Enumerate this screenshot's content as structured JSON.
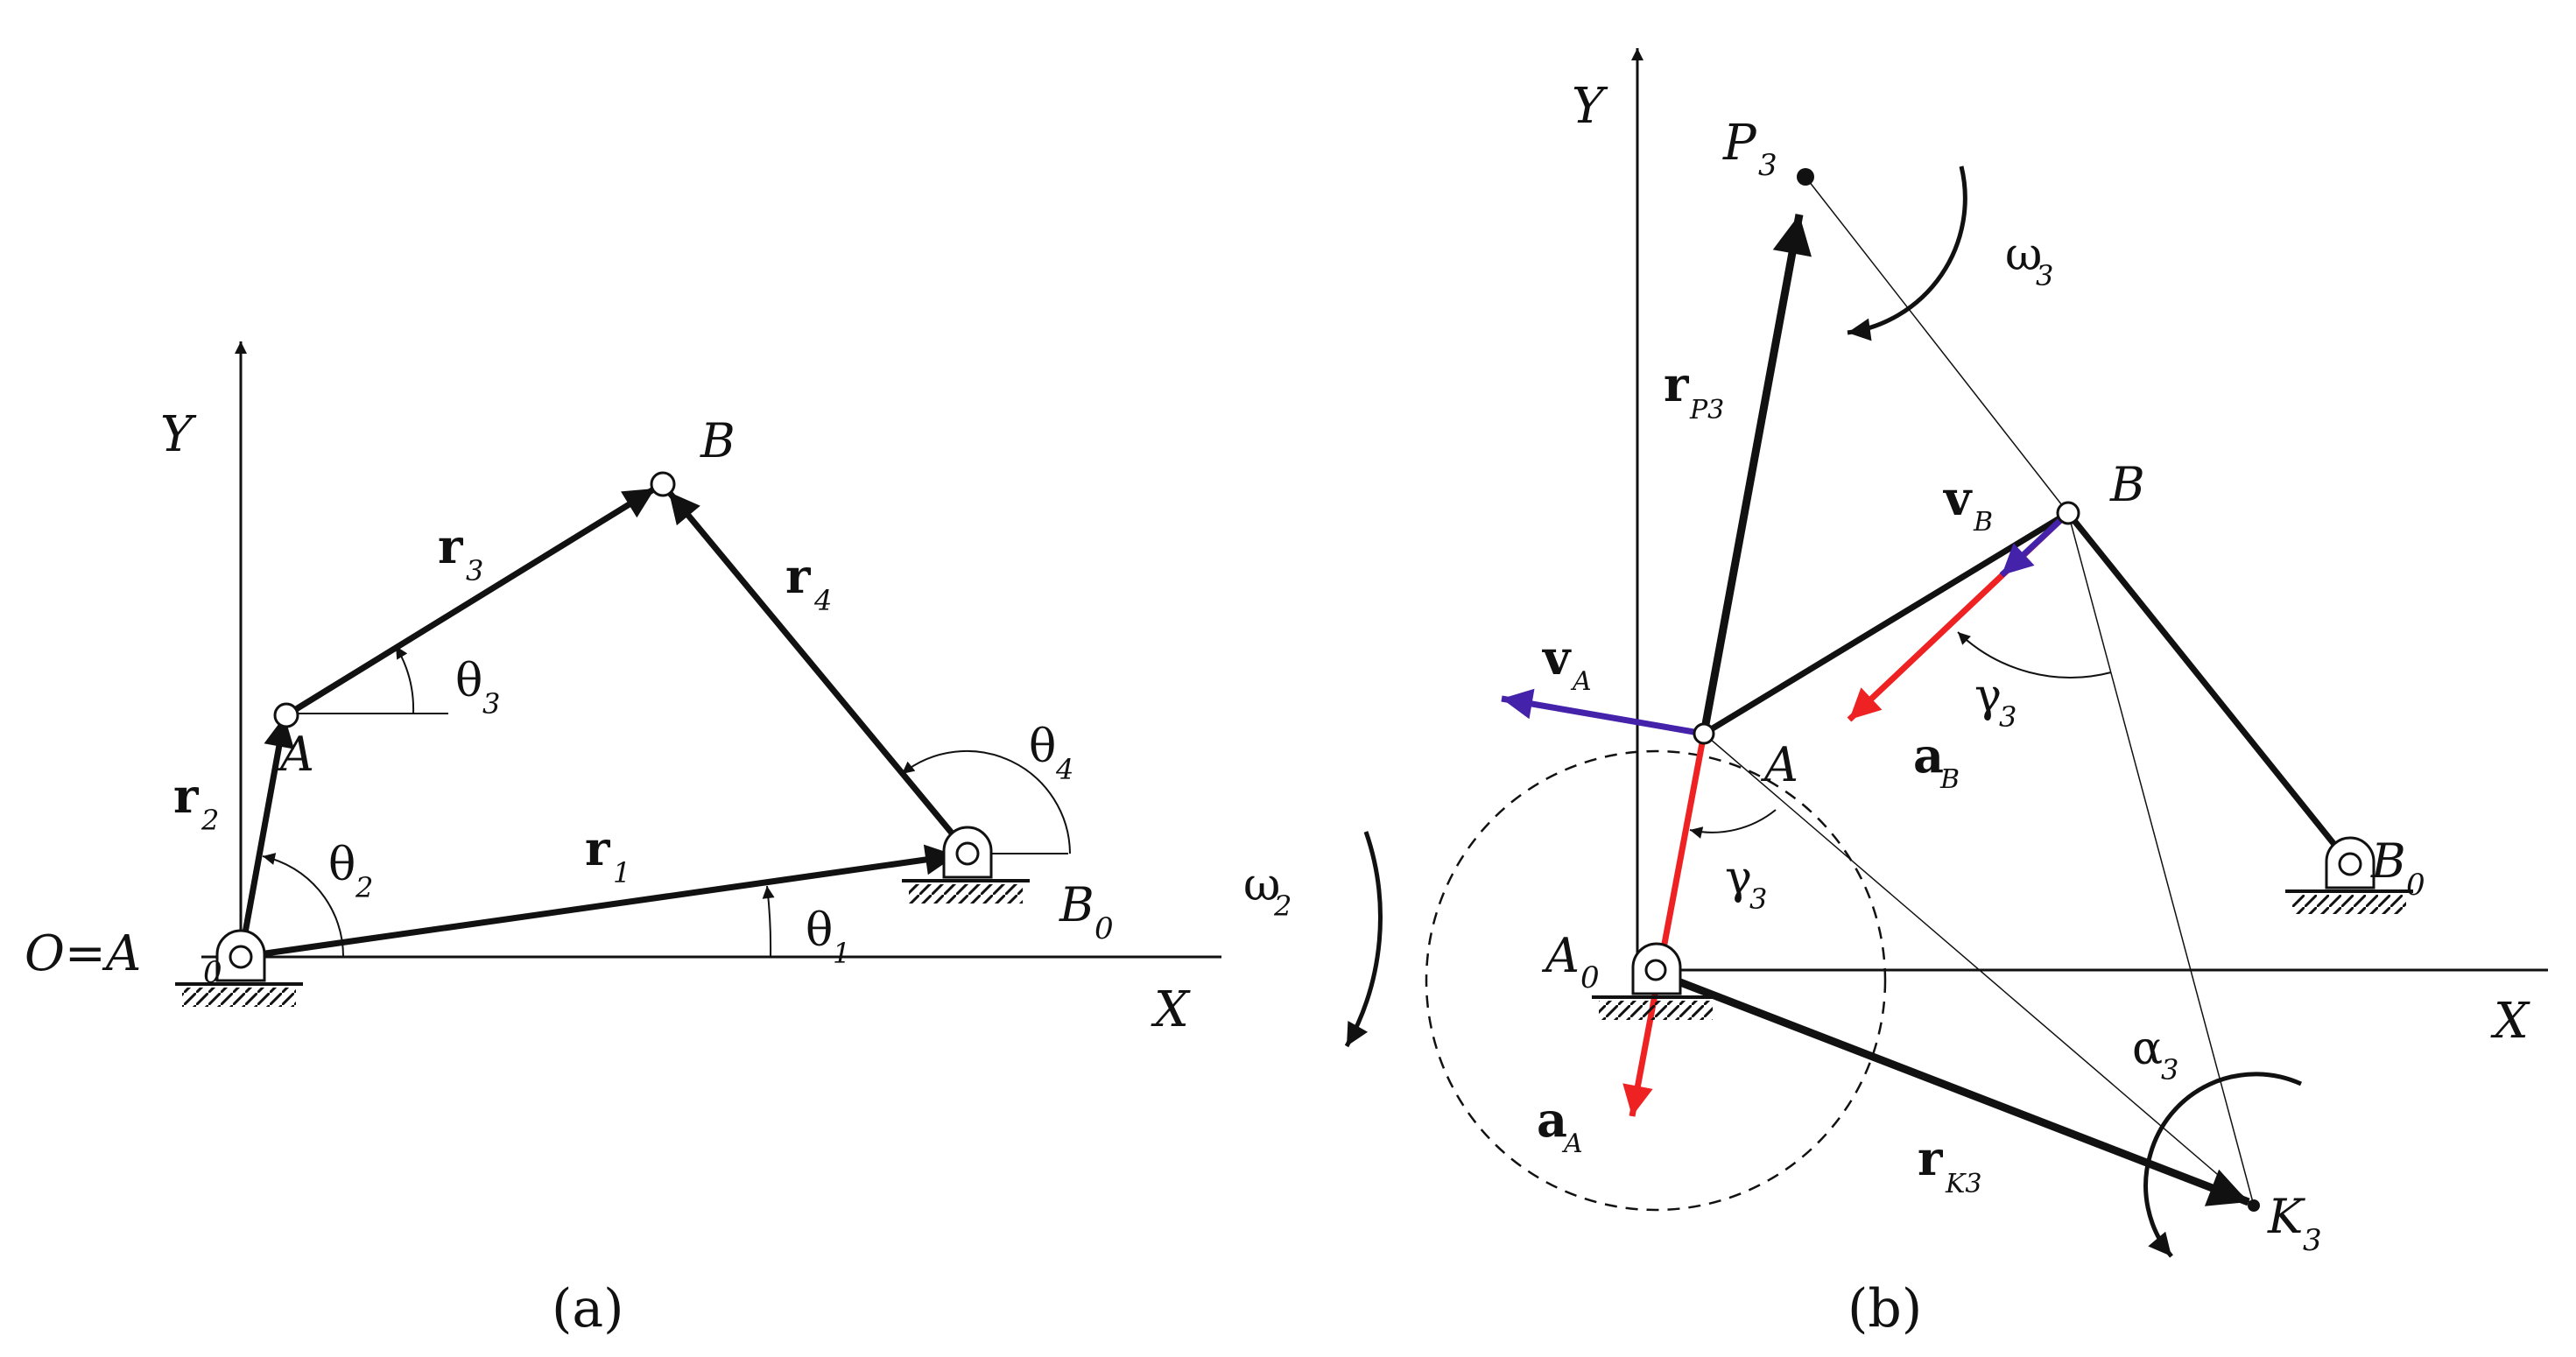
{
  "panel_a": {
    "caption": "(a)",
    "axis_x": "X",
    "axis_y": "Y",
    "origin_label": "O=A",
    "origin_sub": "0",
    "point_a": "A",
    "point_b": "B",
    "point_b0": "B",
    "point_b0_sub": "0",
    "vec_r1": "r",
    "vec_r1_sub": "1",
    "vec_r2": "r",
    "vec_r2_sub": "2",
    "vec_r3": "r",
    "vec_r3_sub": "3",
    "vec_r4": "r",
    "vec_r4_sub": "4",
    "ang_t1": "θ",
    "ang_t1_sub": "1",
    "ang_t2": "θ",
    "ang_t2_sub": "2",
    "ang_t3": "θ",
    "ang_t3_sub": "3",
    "ang_t4": "θ",
    "ang_t4_sub": "4"
  },
  "panel_b": {
    "caption": "(b)",
    "axis_x": "X",
    "axis_y": "Y",
    "point_p3": "P",
    "point_p3_sub": "3",
    "point_a": "A",
    "point_b": "B",
    "point_a0": "A",
    "point_a0_sub": "0",
    "point_b0": "B",
    "point_b0_sub": "0",
    "point_k3": "K",
    "point_k3_sub": "3",
    "vec_rp3": "r",
    "vec_rp3_sub": "P3",
    "vec_rk3": "r",
    "vec_rk3_sub": "K3",
    "vec_vb": "v",
    "vec_vb_sub": "B",
    "vec_va": "v",
    "vec_va_sub": "A",
    "vec_ab": "a",
    "vec_ab_sub": "B",
    "vec_aa": "a",
    "vec_aa_sub": "A",
    "omega3": "ω",
    "omega3_sub": "3",
    "omega2": "ω",
    "omega2_sub": "2",
    "gamma3_top": "γ",
    "gamma3_top_sub": "3",
    "gamma3_bot": "γ",
    "gamma3_bot_sub": "3",
    "alpha3": "α",
    "alpha3_sub": "3"
  },
  "colors": {
    "link": "#111111",
    "acceleration": "#ee2222",
    "velocity": "#4422aa"
  }
}
